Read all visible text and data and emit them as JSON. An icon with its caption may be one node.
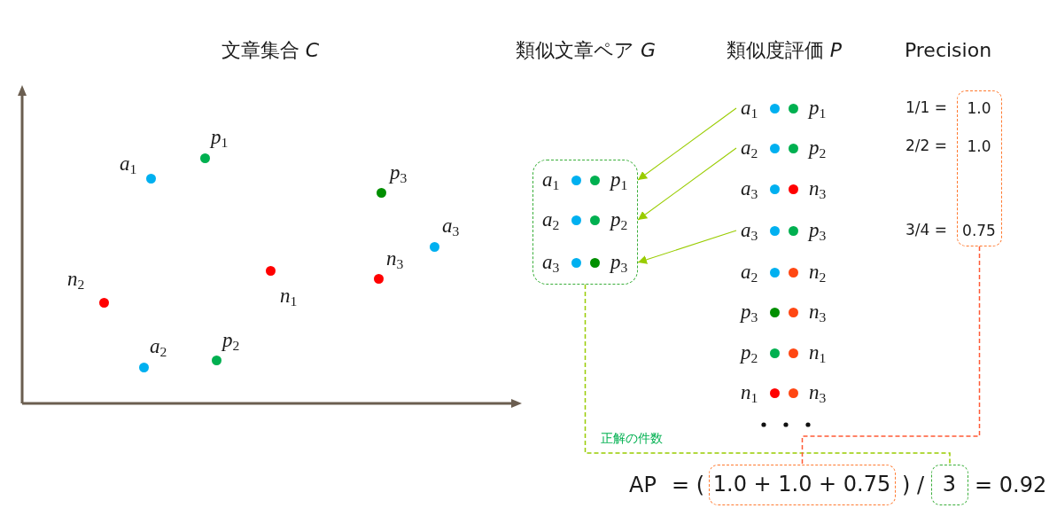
{
  "diagram": {
    "nodes": [
      {
        "text": [],
        "shape": "box"
      },
      {
        "text": [
          "*a*$_{1}$",
          "*p*$_{1}$"
        ],
        "in": 0
      },
      {
        "text": [
          "*a*$_{2}$",
          "*p*$_{2}$"
        ],
        "in": 0
      },
      {
        "text": [
          "*a*$_{3}$",
          "*p*$_{3}$"
        ],
        "in": 0
      },
      {
        "text": [
          "*a*$_{1}$",
          "*p*$_{1}$"
        ]
      },
      {
        "text": [
          "*a*$_{2}$",
          "*p*$_{2}$"
        ]
      },
      {
        "text": [
          "*a*$_{3}$",
          "*n*$_{3}$"
        ]
      },
      {
        "text": [
          "*a*$_{3}$",
          "*p*$_{3}$"
        ]
      },
      {
        "text": [
          "*a*$_{2}$",
          "*n*$_{2}$"
        ]
      },
      {
        "text": [
          "*p*$_{3}$",
          "*n*$_{3}$"
        ]
      },
      {
        "text": [
          "*p*$_{2}$",
          "*n*$_{1}$"
        ]
      },
      {
        "text": [
          "*n*$_{1}$",
          "*n*$_{3}$"
        ]
      },
      {
        "text": [
          "1.0",
          "1.0",
          "0.75"
        ],
        "beside": [
          "1/1 =",
          "2/2 =",
          "3/4 ="
        ]
      },
      {
        "text": [
          "1.0 + 1.0 + 0.75"
        ]
      },
      {
        "text": [
          "3"
        ]
      }
    ],
    "edges": [
      {
        "from": 4,
        "to": 1,
        "arrow": "to"
      },
      {
        "from": 5,
        "to": 2,
        "arrow": "to"
      },
      {
        "from": 7,
        "to": 3,
        "arrow": "to"
      },
      {
        "from": 0,
        "to": 14,
        "arrow": "none",
        "label": "正解の件数",
        "style": "dashed"
      },
      {
        "from": 12,
        "to": 13,
        "arrow": "none",
        "style": "dashed",
        "color": "#ff5a36"
      }
    ],
    "labels": [
      "文章集合 *C*",
      "類似文章ペア *G*",
      "類似度評価 *P*",
      "Precision",
      "*p*$_{1}$",
      "*a*$_{1}$",
      "*p*$_{3}$",
      "*a*$_{3}$",
      "*n*$_{3}$",
      "*n*$_{2}$",
      "*n*$_{1}$",
      "*p*$_{2}$",
      "*a*$_{2}$",
      "AP",
      "= (",
      ") /",
      "= 0.92"
    ]
  }
}
